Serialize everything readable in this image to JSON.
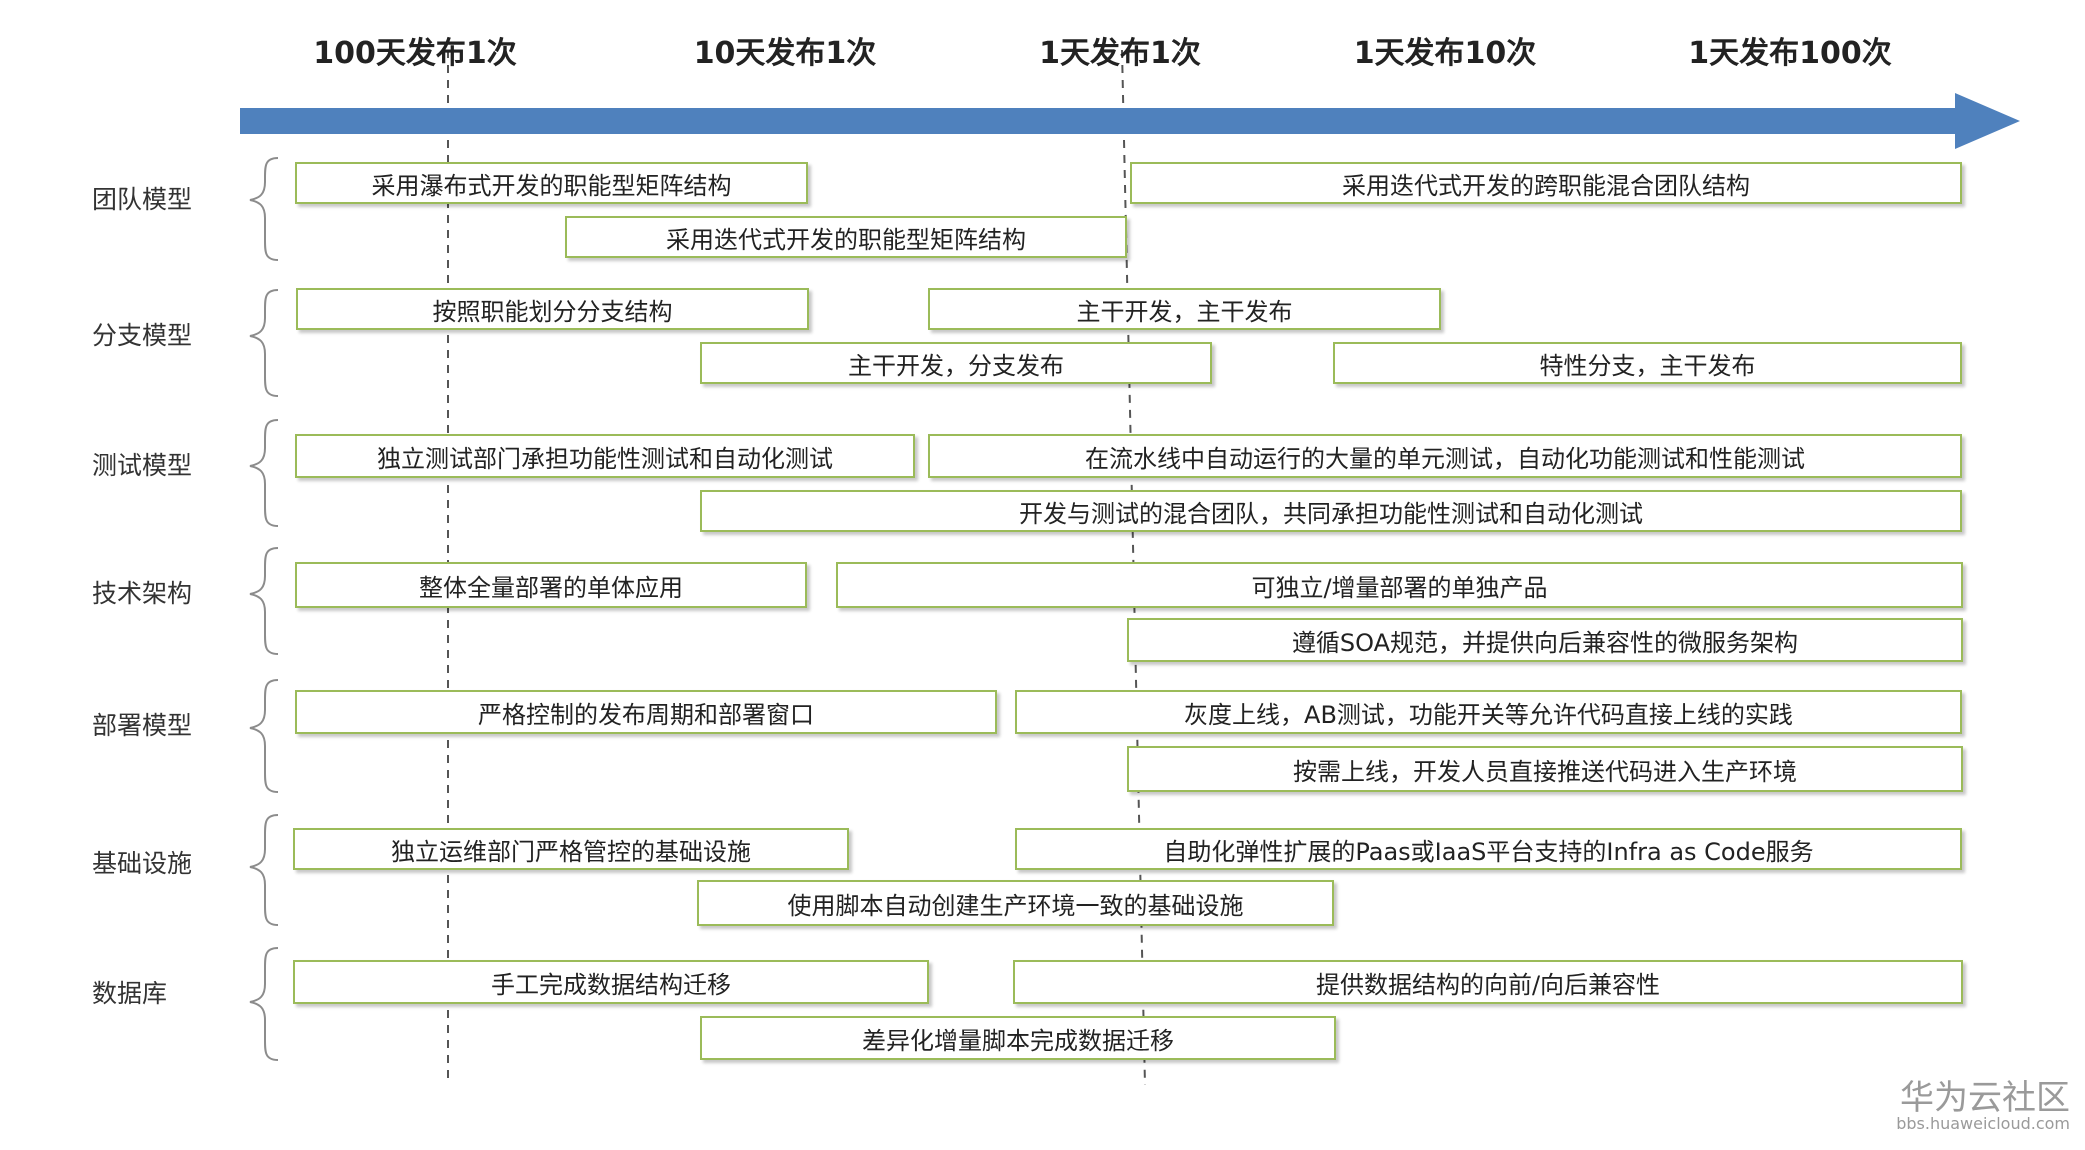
{
  "timeline": {
    "headers": [
      "100天发布1次",
      "10天发布1次",
      "1天发布1次",
      "1天发布10次",
      "1天发布100次"
    ],
    "arrow_color": "#4f81bd",
    "box_border_color": "#9bbb59"
  },
  "rows": [
    {
      "label": "团队模型",
      "boxes": [
        "采用瀑布式开发的职能型矩阵结构",
        "采用迭代式开发的跨职能混合团队结构",
        "采用迭代式开发的职能型矩阵结构"
      ]
    },
    {
      "label": "分支模型",
      "boxes": [
        "按照职能划分分支结构",
        "主干开发，主干发布",
        "主干开发，分支发布",
        "特性分支，主干发布"
      ]
    },
    {
      "label": "测试模型",
      "boxes": [
        "独立测试部门承担功能性测试和自动化测试",
        "在流水线中自动运行的大量的单元测试，自动化功能测试和性能测试",
        "开发与测试的混合团队，共同承担功能性测试和自动化测试"
      ]
    },
    {
      "label": "技术架构",
      "boxes": [
        "整体全量部署的单体应用",
        "可独立/增量部署的单独产品",
        "遵循SOA规范，并提供向后兼容性的微服务架构"
      ]
    },
    {
      "label": "部署模型",
      "boxes": [
        "严格控制的发布周期和部署窗口",
        "灰度上线，AB测试，功能开关等允许代码直接上线的实践",
        "按需上线，开发人员直接推送代码进入生产环境"
      ]
    },
    {
      "label": "基础设施",
      "boxes": [
        "独立运维部门严格管控的基础设施",
        "自助化弹性扩展的Paas或IaaS平台支持的Infra as Code服务",
        "使用脚本自动创建生产环境一致的基础设施"
      ]
    },
    {
      "label": "数据库",
      "boxes": [
        "手工完成数据结构迁移",
        "提供数据结构的向前/向后兼容性",
        "差异化增量脚本完成数据迁移"
      ]
    }
  ],
  "watermark": {
    "brand": "华为云社区",
    "url": "bbs.huaweicloud.com"
  }
}
